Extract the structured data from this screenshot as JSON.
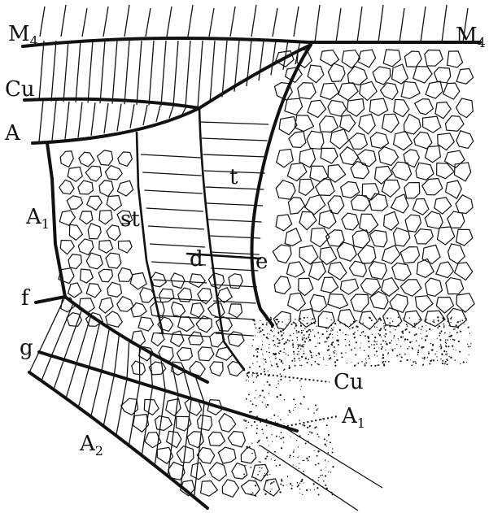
{
  "labels": {
    "m4_left": {
      "main": "M",
      "sub": "4"
    },
    "m4_right": {
      "main": "M",
      "sub": "4"
    },
    "cu_left": {
      "main": "Cu"
    },
    "a_left": {
      "main": "A"
    },
    "a1_left": {
      "main": "A",
      "sub": "1"
    },
    "f": {
      "main": "f"
    },
    "g": {
      "main": "g"
    },
    "a2": {
      "main": "A",
      "sub": "2"
    },
    "st": {
      "main": "st"
    },
    "t": {
      "main": "t"
    },
    "d": {
      "main": "d"
    },
    "e": {
      "main": "e"
    },
    "cu_right": {
      "main": "Cu"
    },
    "a1_right": {
      "main": "A",
      "sub": "1"
    }
  }
}
